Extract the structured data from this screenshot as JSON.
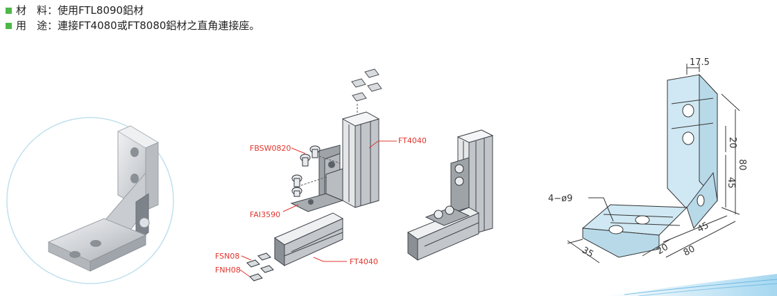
{
  "specs": {
    "material_label": "材　料：",
    "material_value": "使用FTL8090鋁材",
    "usage_label": "用　途：",
    "usage_value": "連接FT4080或FT8080鋁材之直角連接座。",
    "bullet_color": "#4cb848"
  },
  "assembly_labels": {
    "top_profile": "FT4040",
    "bolt": "FBSW0820",
    "bracket": "FAI3590",
    "nut1": "FSN08",
    "nut2": "FNH08",
    "bottom_profile": "FT4040"
  },
  "dimensions": {
    "d_17_5": "17.5",
    "d_20_v": "20",
    "d_80_v": "80",
    "d_45_v": "45",
    "holes": "4−ø9",
    "d_35": "35",
    "d_20_h": "20",
    "d_45_h": "45",
    "d_80_h": "80"
  },
  "colors": {
    "label_red": "#e0342c",
    "drawing_fill": "#cfe8f3",
    "accent_blue": "#3aa0d8"
  }
}
